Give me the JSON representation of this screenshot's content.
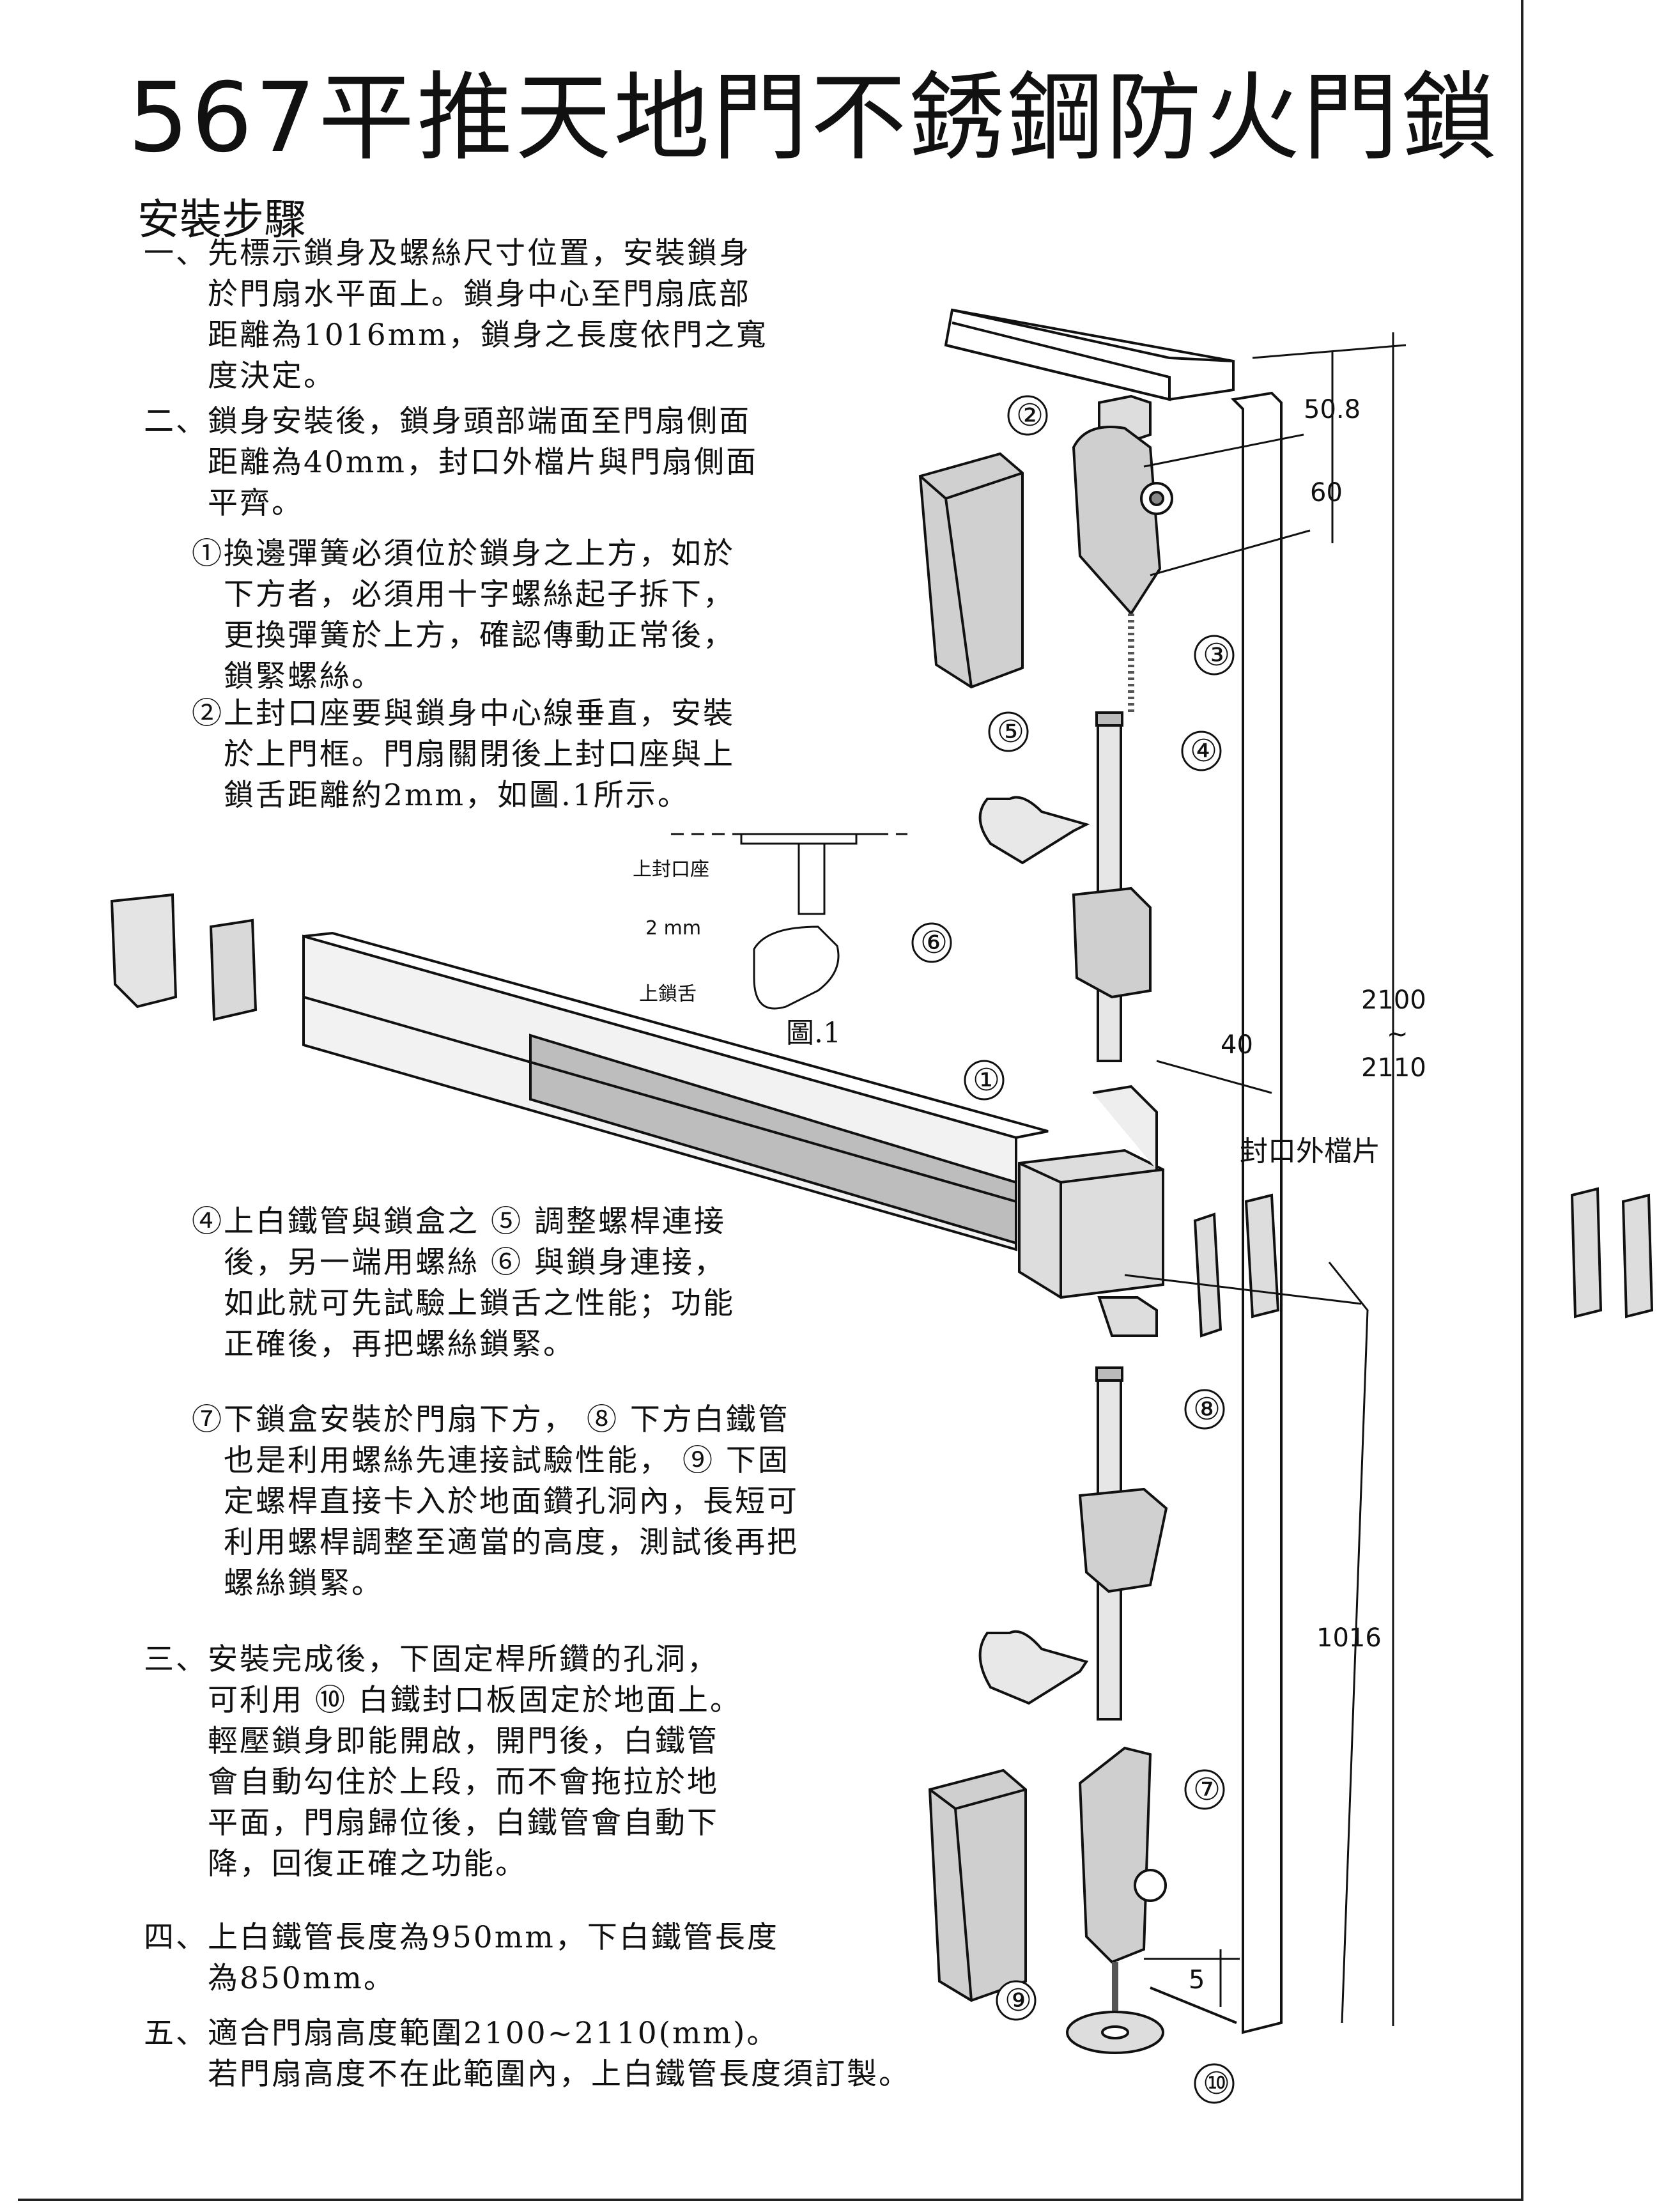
{
  "title": "567平推天地門不銹鋼防火門鎖",
  "subtitle": "安裝步驟",
  "steps": {
    "s1": "一、先標示鎖身及螺絲尺寸位置，安裝鎖身\n　　於門扇水平面上。鎖身中心至門扇底部\n　　距離為1016mm，鎖身之長度依門之寬\n　　度決定。",
    "s2": "二、鎖身安裝後，鎖身頭部端面至門扇側面\n　　距離為40mm，封口外檔片與門扇側面\n　　平齊。",
    "s2a": "①換邊彈簧必須位於鎖身之上方，如於\n　下方者，必須用十字螺絲起子拆下，\n　更換彈簧於上方，確認傳動正常後，\n　鎖緊螺絲。",
    "s2b": "②上封口座要與鎖身中心線垂直，安裝\n　於上門框。門扇關閉後上封口座與上\n　鎖舌距離約2mm，如圖.1所示。",
    "s4": "④上白鐵管與鎖盒之 ⑤ 調整螺桿連接\n　後，另一端用螺絲 ⑥ 與鎖身連接，\n　如此就可先試驗上鎖舌之性能；功能\n　正確後，再把螺絲鎖緊。",
    "s7": "⑦下鎖盒安裝於門扇下方， ⑧ 下方白鐵管\n　也是利用螺絲先連接試驗性能， ⑨ 下固\n　定螺桿直接卡入於地面鑽孔洞內，長短可\n　利用螺桿調整至適當的高度，測試後再把\n　螺絲鎖緊。",
    "s3": "三、安裝完成後，下固定桿所鑽的孔洞，\n　　可利用 ⑩ 白鐵封口板固定於地面上。\n　　輕壓鎖身即能開啟，開門後，白鐵管\n　　會自動勾住於上段，而不會拖拉於地\n　　平面，門扇歸位後，白鐵管會自動下\n　　降，回復正確之功能。",
    "s4b": "四、上白鐵管長度為950mm，下白鐵管長度\n　　為850mm。",
    "s5": "五、適合門扇高度範圍2100~2110(mm)。\n　　若門扇高度不在此範圍內，上白鐵管長度須訂製。"
  },
  "figure": {
    "inset_labels": {
      "top_seat": "上封口座",
      "gap": "2 mm",
      "latch": "上鎖舌",
      "caption": "圖.1"
    },
    "dims": {
      "d1": "50.8",
      "d2": "60",
      "d3": "40",
      "d4a": "2100",
      "d4b": "~",
      "d4c": "2110",
      "d5": "1016",
      "d6": "5"
    },
    "side_label": "封口外檔片",
    "callouts": [
      "①",
      "②",
      "③",
      "④",
      "⑤",
      "⑥",
      "⑦",
      "⑧",
      "⑨",
      "⑩"
    ]
  }
}
